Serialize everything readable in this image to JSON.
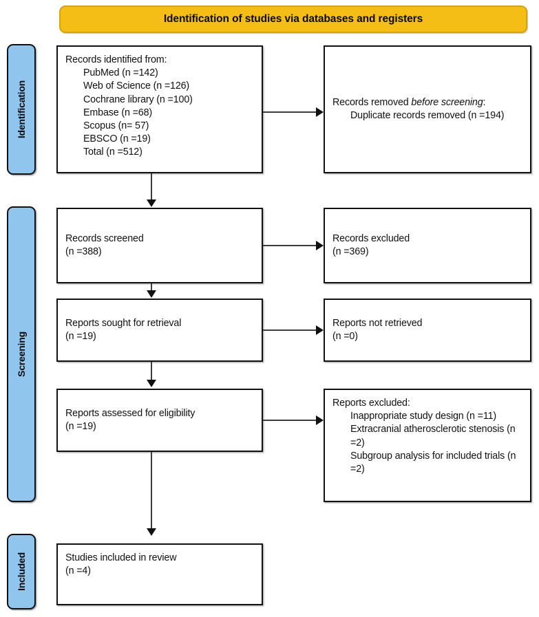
{
  "diagram": {
    "type": "prisma-flow-diagram",
    "banner": {
      "title": "Identification of studies via databases and registers",
      "color": "#F5BE16"
    },
    "stages": [
      {
        "id": "identification",
        "label": "Identification",
        "color": "#90C5EE"
      },
      {
        "id": "screening",
        "label": "Screening",
        "color": "#90C5EE"
      },
      {
        "id": "included",
        "label": "Included",
        "color": "#90C5EE"
      }
    ],
    "boxes": {
      "records_identified": {
        "heading": "Records identified from:",
        "sources": [
          "PubMed (n =142)",
          "Web of Science (n =126)",
          "Cochrane library (n =100)",
          "Embase (n =68)",
          "Scopus (n= 57)",
          "EBSCO (n =19)",
          "Total (n =512)"
        ]
      },
      "records_removed": {
        "heading_pre": "Records removed ",
        "heading_italic": "before screening",
        "heading_post": ":",
        "items": [
          "Duplicate records removed (n =194)"
        ]
      },
      "records_screened": {
        "label": "Records screened",
        "count": "(n =388)"
      },
      "records_excluded": {
        "label": "Records excluded",
        "count": "(n =369)"
      },
      "reports_sought": {
        "label": "Reports sought for retrieval",
        "count": "(n =19)"
      },
      "reports_not_retrieved": {
        "label": "Reports not retrieved",
        "count": "(n =0)"
      },
      "reports_assessed": {
        "label": "Reports assessed for eligibility",
        "count": "(n =19)"
      },
      "reports_excluded": {
        "heading": "Reports excluded:",
        "reasons": [
          "Inappropriate study design (n =11)",
          "Extracranial atherosclerotic stenosis (n =2)",
          "Subgroup analysis for included trials (n =2)"
        ]
      },
      "studies_included": {
        "label": "Studies included in review",
        "count": "(n =4)"
      }
    }
  }
}
